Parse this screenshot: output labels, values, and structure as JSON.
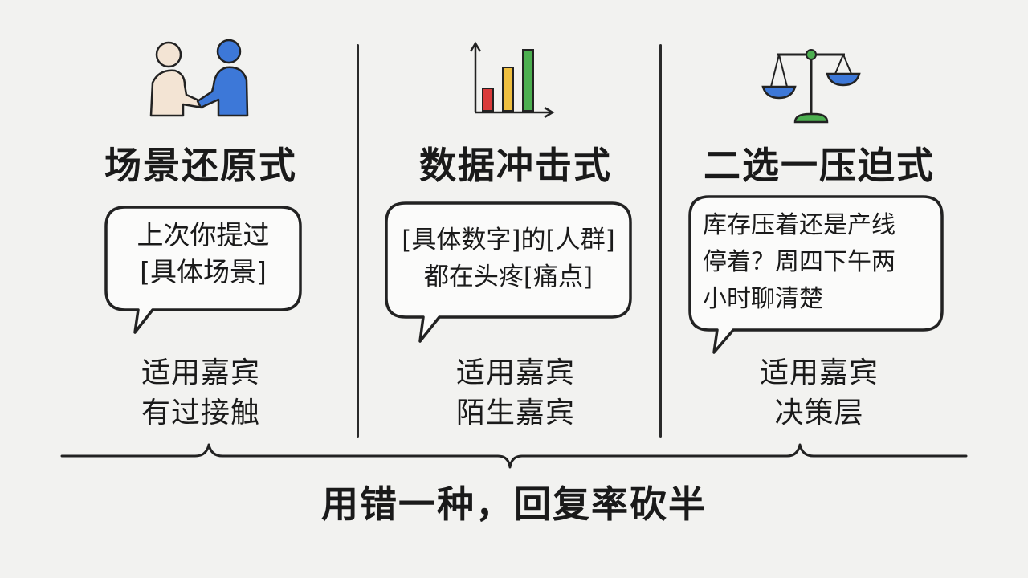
{
  "columns": [
    {
      "icon": "handshake-icon",
      "title": "场景还原式",
      "bubble_lines": [
        "上次你提过",
        "[具体场景]"
      ],
      "applies_lines": [
        "适用嘉宾",
        "有过接触"
      ]
    },
    {
      "icon": "bar-chart-icon",
      "title": "数据冲击式",
      "bubble_lines": [
        "[具体数字]的[人群]",
        "都在头疼[痛点]"
      ],
      "applies_lines": [
        "适用嘉宾",
        "陌生嘉宾"
      ]
    },
    {
      "icon": "balance-scale-icon",
      "title": "二选一压迫式",
      "bubble_lines": [
        "库存压着还是产线",
        "停着？周四下午两",
        "小时聊清楚"
      ],
      "applies_lines": [
        "适用嘉宾",
        "决策层"
      ]
    }
  ],
  "conclusion": "用错一种，回复率砍半",
  "colors": {
    "blue": "#3d78d8",
    "red": "#d93a3a",
    "yellow": "#f0c040",
    "green": "#4caf50",
    "ink": "#1a1a1a"
  }
}
